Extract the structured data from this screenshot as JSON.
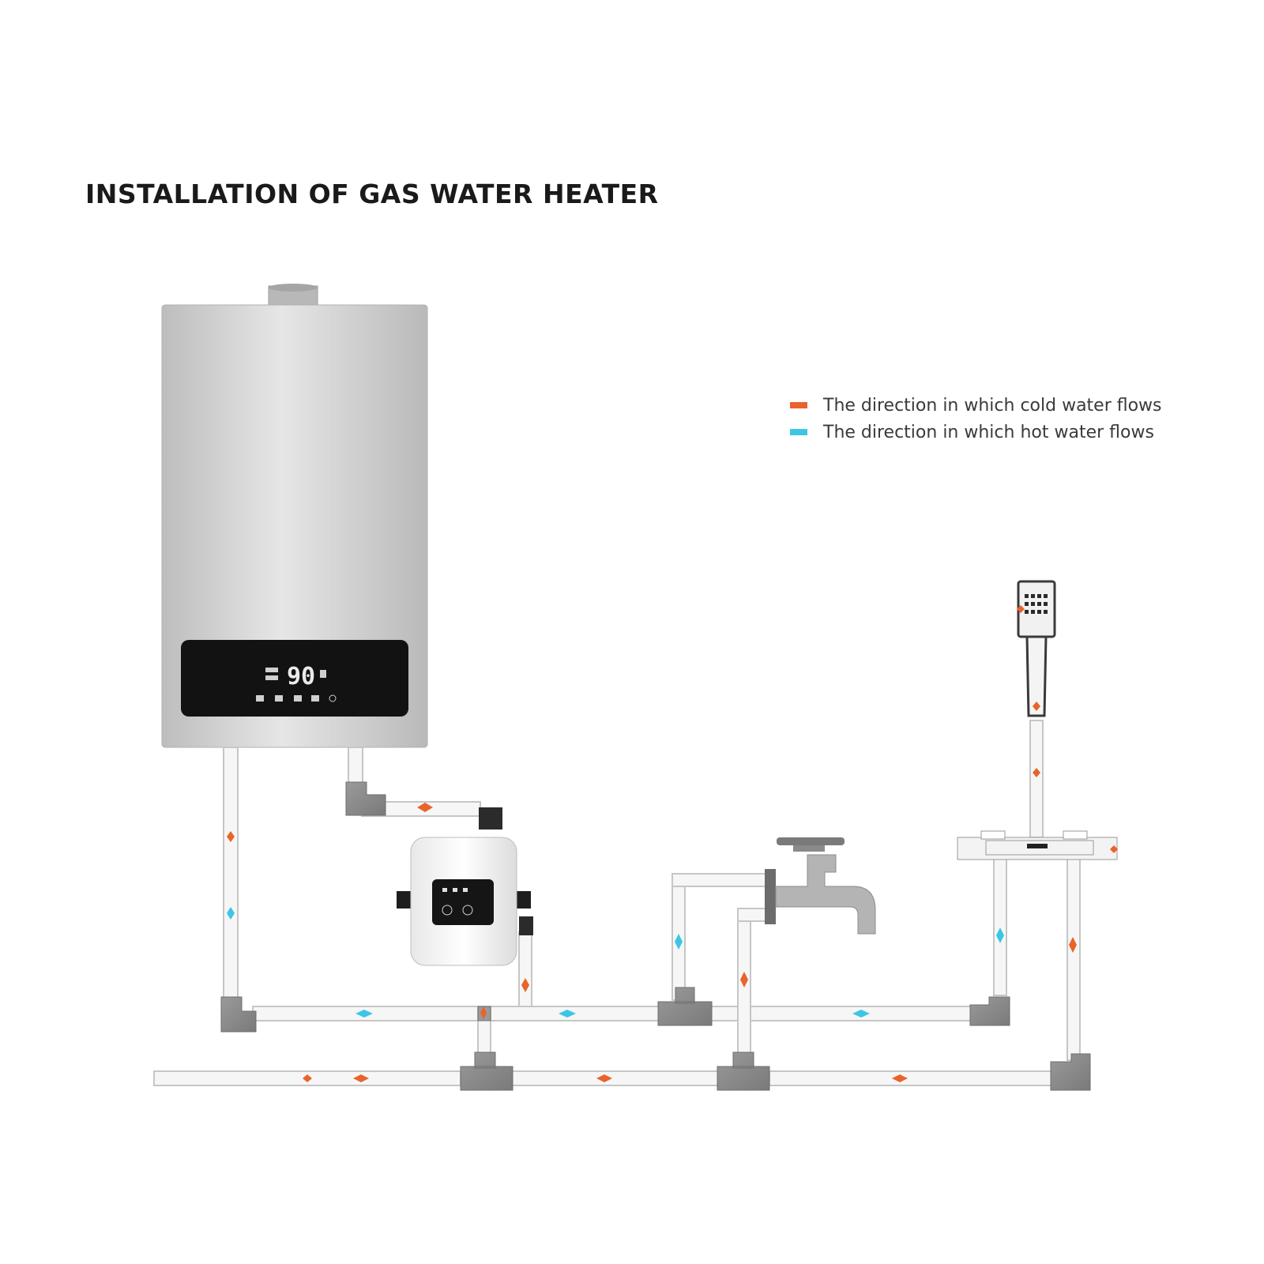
{
  "title": "INSTALLATION OF GAS WATER HEATER",
  "legend": {
    "cold": {
      "label": "The direction in which cold water flows",
      "color": "#e8642a"
    },
    "hot": {
      "label": "The direction in which hot water flows",
      "color": "#3cc6e6"
    }
  },
  "heater": {
    "display_value": "90"
  },
  "colors": {
    "pipe_fill": "#f4f4f4",
    "pipe_edge": "#c9c9c9",
    "fitting": "#8d8d8d",
    "heater_body": "#d4d4d4"
  }
}
